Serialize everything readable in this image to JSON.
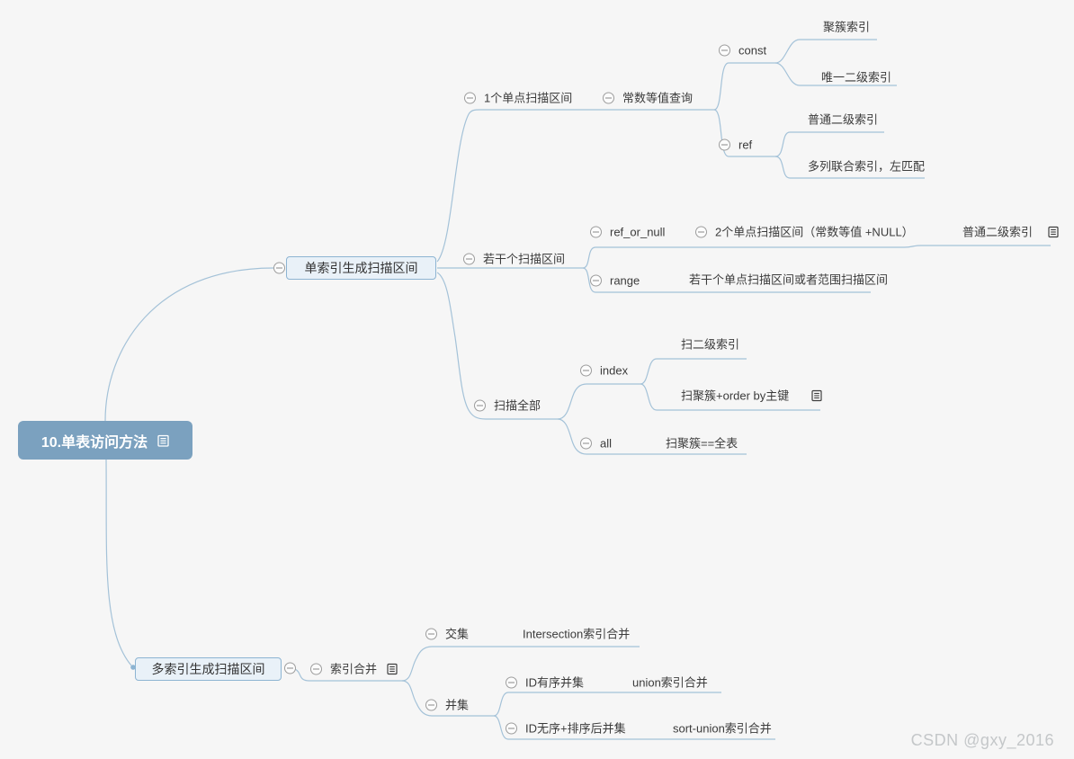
{
  "root": {
    "label": "10.单表访问方法"
  },
  "branches": {
    "single_index": {
      "label": "单索引生成扫描区间"
    },
    "multi_index": {
      "label": "多索引生成扫描区间"
    }
  },
  "nodes": {
    "one_point": {
      "label": "1个单点扫描区间"
    },
    "const_query": {
      "label": "常数等值查询"
    },
    "const": {
      "label": "const"
    },
    "clustered": {
      "label": "聚簇索引"
    },
    "unique_secondary": {
      "label": "唯一二级索引"
    },
    "ref": {
      "label": "ref"
    },
    "common_secondary_1": {
      "label": "普通二级索引"
    },
    "multi_col": {
      "label": "多列联合索引，左匹配"
    },
    "several_ranges": {
      "label": "若干个扫描区间"
    },
    "ref_or_null": {
      "label": "ref_or_null"
    },
    "two_point": {
      "label": "2个单点扫描区间（常数等值 +NULL）"
    },
    "common_secondary_2": {
      "label": "普通二级索引"
    },
    "range": {
      "label": "range"
    },
    "range_desc": {
      "label": "若干个单点扫描区间或者范围扫描区间"
    },
    "scan_all": {
      "label": "扫描全部"
    },
    "index": {
      "label": "index"
    },
    "scan_secondary": {
      "label": "扫二级索引"
    },
    "scan_cluster_order": {
      "label": "扫聚簇+order by主键"
    },
    "all": {
      "label": "all"
    },
    "scan_cluster_full": {
      "label": "扫聚簇==全表"
    },
    "index_merge": {
      "label": "索引合并"
    },
    "intersection": {
      "label": "交集"
    },
    "intersection_merge": {
      "label": "Intersection索引合并"
    },
    "union": {
      "label": "并集"
    },
    "id_ordered_union": {
      "label": "ID有序并集"
    },
    "union_merge": {
      "label": "union索引合并"
    },
    "id_unordered_union": {
      "label": "ID无序+排序后并集"
    },
    "sort_union_merge": {
      "label": "sort-union索引合并"
    }
  },
  "icons": {
    "collapse": "minus-circle-icon",
    "note": "notes-icon"
  },
  "colors": {
    "root_fill": "#7ba1bf",
    "branch_box_fill": "#e9f1f8",
    "branch_box_border": "#8db4d2",
    "connector_line": "#a4c2d8",
    "text": "#3b3b3b",
    "watermark": "#c4c7c9",
    "background": "#f6f6f6"
  },
  "watermark": {
    "text": "CSDN @gxy_2016"
  }
}
